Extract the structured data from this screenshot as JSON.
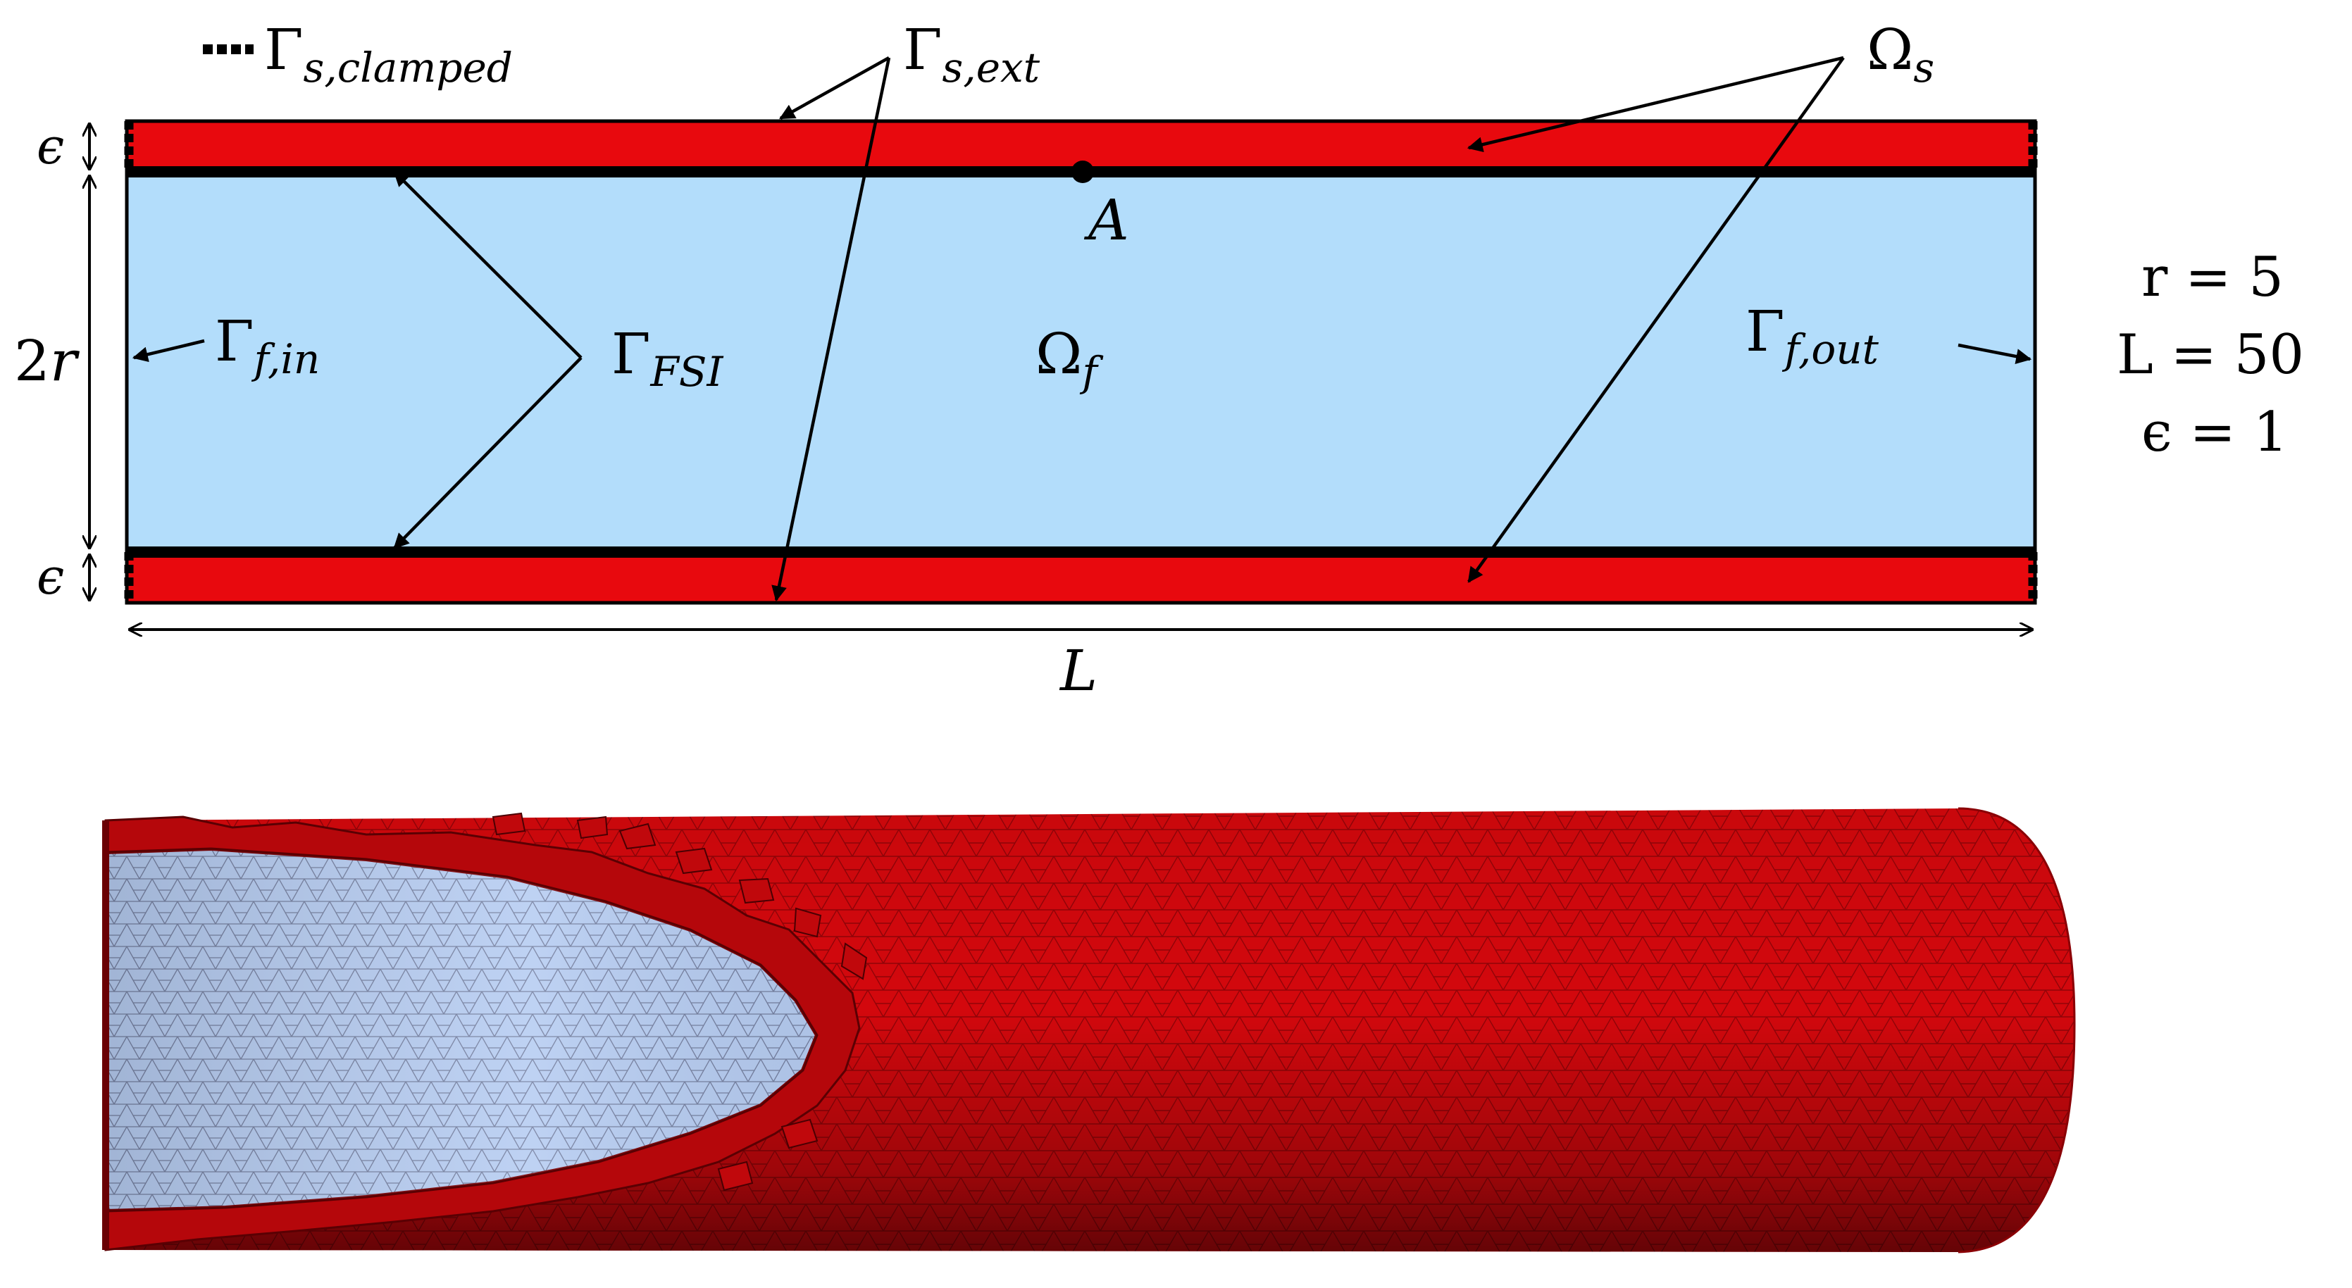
{
  "diagram": {
    "labels": {
      "clamped": {
        "main": "Γ",
        "sub": "s,clamped"
      },
      "s_ext": {
        "main": "Γ",
        "sub": "s,ext"
      },
      "omega_s": {
        "main": "Ω",
        "sub": "s"
      },
      "omega_f": {
        "main": "Ω",
        "sub": "f"
      },
      "fsi": {
        "main": "Γ",
        "sub": "FSI"
      },
      "f_in": {
        "main": "Γ",
        "sub": "f,in"
      },
      "f_out": {
        "main": "Γ",
        "sub": "f,out"
      },
      "point_a": "A",
      "eps_top": "ϵ",
      "eps_bottom": "ϵ",
      "two_r": "2r",
      "length": "L"
    },
    "parameters": [
      "r = 5",
      "L = 50",
      "ϵ = 1"
    ],
    "colors": {
      "solid": "#e8090e",
      "fluid": "#b3ddfb",
      "line": "#000000",
      "mesh_solid": "#d3080d",
      "mesh_fluid": "#aac3ee"
    }
  },
  "mesh_render": {
    "description_icon": "cylinder-mesh-cutaway"
  }
}
